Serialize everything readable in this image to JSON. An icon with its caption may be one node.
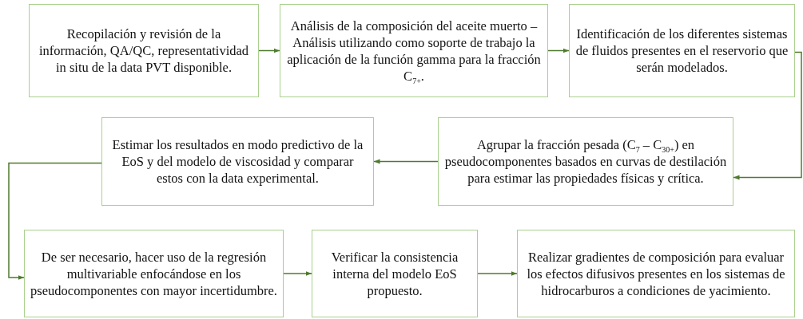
{
  "diagram": {
    "nodes": [
      {
        "text": [
          "Recopilación y revisión de la información, QA/QC, representatividad in situ de la data PVT disponible."
        ]
      },
      {
        "text": [
          "Análisis de la composición del aceite muerto – Análisis utilizando como soporte de trabajo la aplicación de la función gamma para la fracción C$_{7+}$."
        ]
      },
      {
        "text": [
          "Identificación de los diferentes sistemas de fluidos presentes en el reservorio que serán modelados."
        ]
      },
      {
        "text": [
          "Agrupar la fracción pesada (C$_{7}$ – C$_{30+}$) en pseudocomponentes basados en curvas de destilación para estimar las propiedades físicas y crítica."
        ]
      },
      {
        "text": [
          "Estimar los resultados en modo predictivo de la EoS y del modelo de viscosidad y comparar estos con la data experimental."
        ]
      },
      {
        "text": [
          "De ser necesario, hacer uso de la regresión multivariable enfocándose en los pseudocomponentes con mayor incertidumbre."
        ]
      },
      {
        "text": [
          "Verificar la consistencia interna del modelo EoS propuesto."
        ]
      },
      {
        "text": [
          "Realizar gradientes de composición para evaluar los efectos difusivos presentes en los sistemas de hidrocarburos a condiciones de yacimiento."
        ]
      }
    ],
    "edges": [
      {
        "from": 0,
        "to": 1,
        "arrow": "to"
      },
      {
        "from": 1,
        "to": 2,
        "arrow": "to"
      },
      {
        "from": 2,
        "to": 3,
        "arrow": "to"
      },
      {
        "from": 3,
        "to": 4,
        "arrow": "to"
      },
      {
        "from": 4,
        "to": 5,
        "arrow": "to"
      },
      {
        "from": 5,
        "to": 6,
        "arrow": "to"
      },
      {
        "from": 6,
        "to": 7,
        "arrow": "to"
      }
    ]
  }
}
